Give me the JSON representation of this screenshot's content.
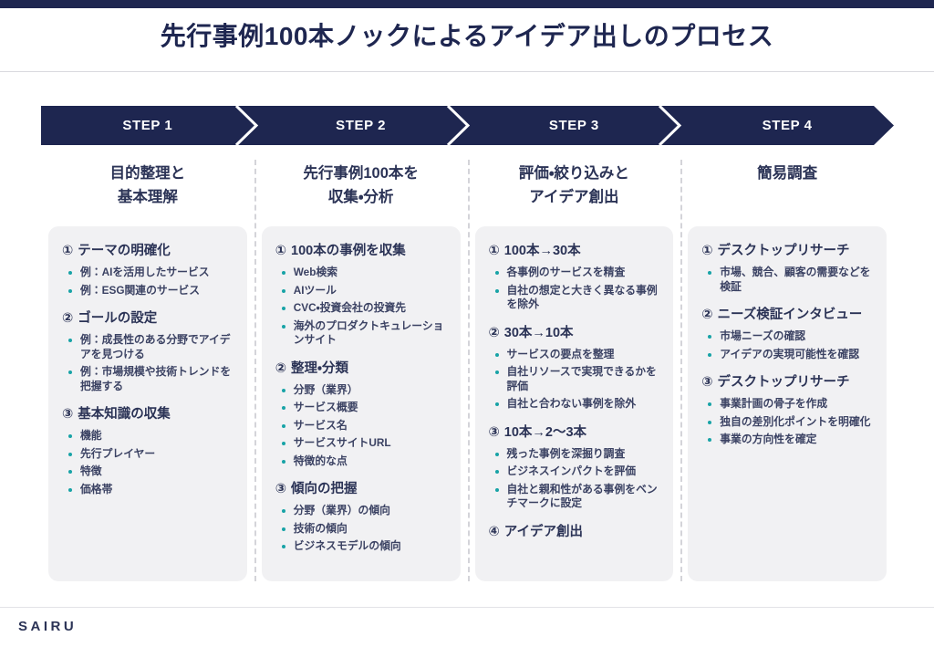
{
  "page": {
    "title": "先行事例100本ノックによるアイデア出しのプロセス",
    "footer_logo": "SAIRU",
    "accent_navy": "#1e2650",
    "bullet_teal": "#18a3a6",
    "card_bg": "#f1f1f3"
  },
  "steps": [
    {
      "label": "STEP 1"
    },
    {
      "label": "STEP 2"
    },
    {
      "label": "STEP 3"
    },
    {
      "label": "STEP 4"
    }
  ],
  "columns": [
    {
      "heading": "目的整理と\n基本理解",
      "groups": [
        {
          "num": "①",
          "title": "テーマの明確化",
          "bullets": [
            "例：AIを活用したサービス",
            "例：ESG関連のサービス"
          ]
        },
        {
          "num": "②",
          "title": "ゴールの設定",
          "bullets": [
            "例：成長性のある分野でアイデアを見つける",
            "例：市場規模や技術トレンドを把握する"
          ]
        },
        {
          "num": "③",
          "title": "基本知識の収集",
          "bullets": [
            "機能",
            "先行プレイヤー",
            "特徴",
            "価格帯"
          ]
        }
      ]
    },
    {
      "heading": "先行事例100本を\n収集・分析",
      "groups": [
        {
          "num": "①",
          "title": "100本の事例を収集",
          "bullets": [
            "Web検索",
            "AIツール",
            "CVC・投資会社の投資先",
            "海外のプロダクトキュレーションサイト"
          ]
        },
        {
          "num": "②",
          "title": "整理・分類",
          "bullets": [
            "分野（業界）",
            "サービス概要",
            "サービス名",
            "サービスサイトURL",
            "特徴的な点"
          ]
        },
        {
          "num": "③",
          "title": "傾向の把握",
          "bullets": [
            "分野（業界）の傾向",
            "技術の傾向",
            "ビジネスモデルの傾向"
          ]
        }
      ]
    },
    {
      "heading": "評価・絞り込みと\nアイデア創出",
      "groups": [
        {
          "num": "①",
          "title": "100本→30本",
          "bullets": [
            "各事例のサービスを精査",
            "自社の想定と大きく異なる事例を除外"
          ]
        },
        {
          "num": "②",
          "title": "30本→10本",
          "bullets": [
            "サービスの要点を整理",
            "自社リソースで実現できるかを評価",
            "自社と合わない事例を除外"
          ]
        },
        {
          "num": "③",
          "title": "10本→2〜3本",
          "bullets": [
            "残った事例を深掘り調査",
            "ビジネスインパクトを評価",
            "自社と親和性がある事例をベンチマークに設定"
          ]
        },
        {
          "num": "④",
          "title": "アイデア創出",
          "bullets": []
        }
      ]
    },
    {
      "heading": "簡易調査",
      "groups": [
        {
          "num": "①",
          "title": "デスクトップリサーチ",
          "bullets": [
            "市場、競合、顧客の需要などを検証"
          ]
        },
        {
          "num": "②",
          "title": "ニーズ検証インタビュー",
          "bullets": [
            "市場ニーズの確認",
            "アイデアの実現可能性を確認"
          ]
        },
        {
          "num": "③",
          "title": "デスクトップリサーチ",
          "bullets": [
            "事業計画の骨子を作成",
            "独自の差別化ポイントを明確化",
            "事業の方向性を確定"
          ]
        }
      ]
    }
  ]
}
